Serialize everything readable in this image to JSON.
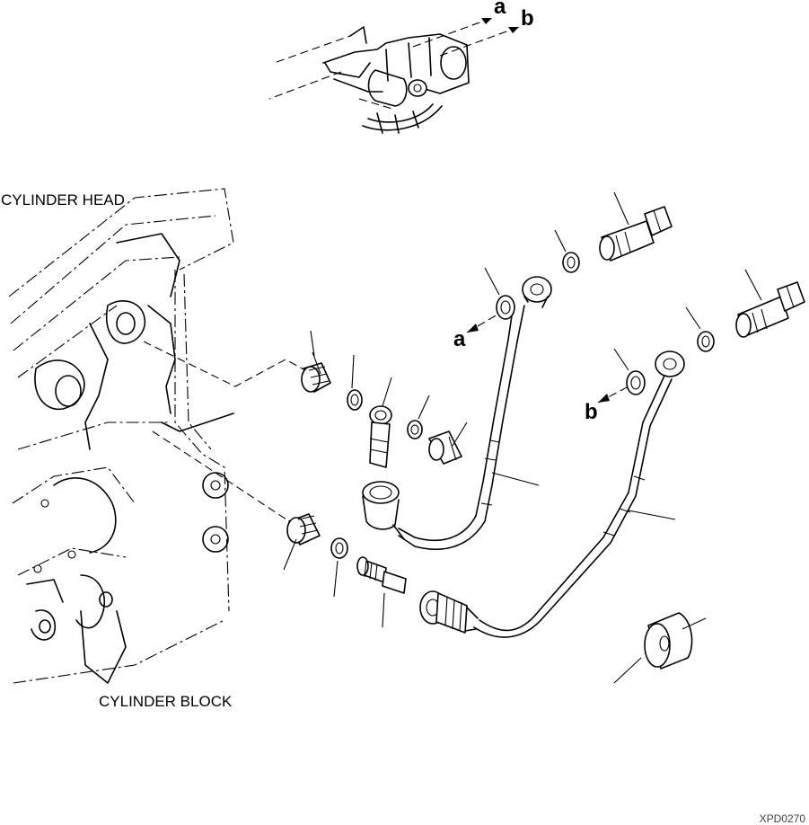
{
  "labels": {
    "cylinder_head": "CYLINDER HEAD",
    "cylinder_block": "CYLINDER BLOCK",
    "ref_a": "a",
    "ref_b": "b",
    "drawing_code": "XPD0270"
  }
}
